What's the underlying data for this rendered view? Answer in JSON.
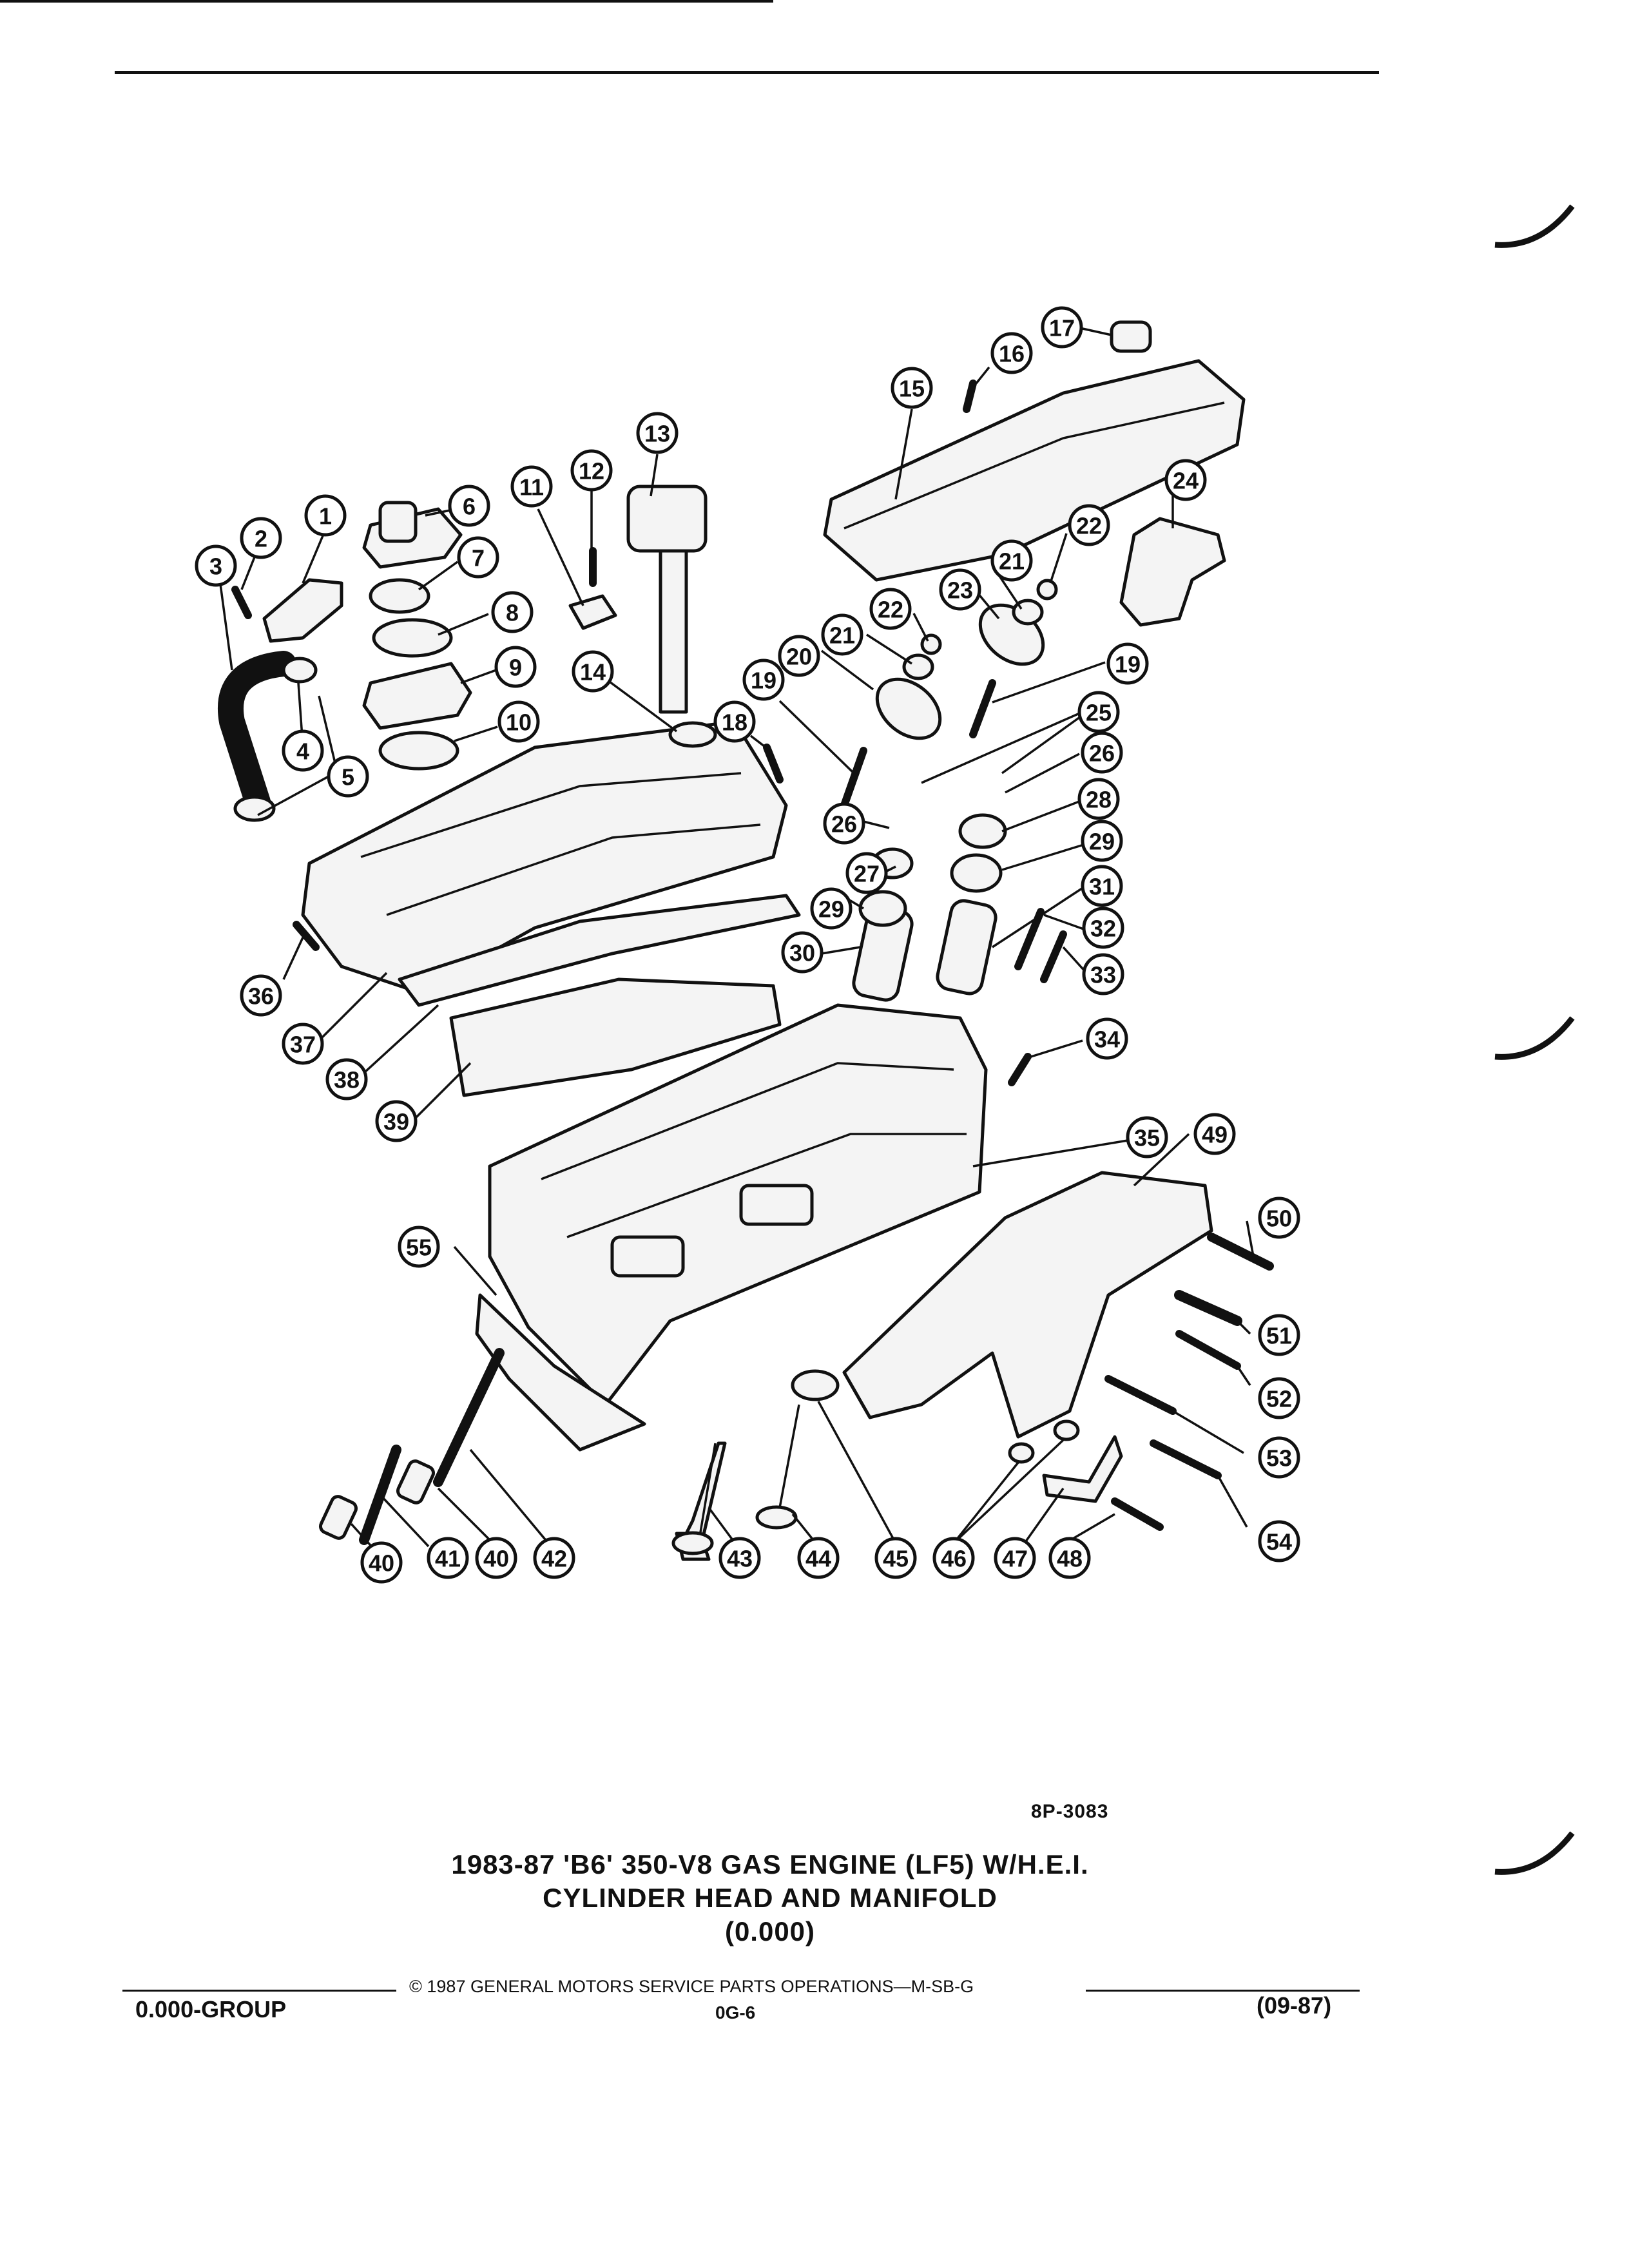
{
  "figure": {
    "ref_code": "8P-3083",
    "title_lines": [
      "1983-87 'B6' 350-V8 GAS ENGINE (LF5) W/H.E.I.",
      "CYLINDER HEAD AND MANIFOLD",
      "(0.000)"
    ]
  },
  "footer": {
    "copyright": "©  1987  GENERAL MOTORS SERVICE PARTS OPERATIONS—M-SB-G",
    "group": "0.000-GROUP",
    "page_code": "0G-6",
    "date": "(09-87)"
  },
  "callouts": [
    {
      "label": "1"
    },
    {
      "label": "2"
    },
    {
      "label": "3"
    },
    {
      "label": "4"
    },
    {
      "label": "5"
    },
    {
      "label": "6"
    },
    {
      "label": "7"
    },
    {
      "label": "8"
    },
    {
      "label": "9"
    },
    {
      "label": "10"
    },
    {
      "label": "11"
    },
    {
      "label": "12"
    },
    {
      "label": "13"
    },
    {
      "label": "14"
    },
    {
      "label": "15"
    },
    {
      "label": "16"
    },
    {
      "label": "17"
    },
    {
      "label": "18"
    },
    {
      "label": "19"
    },
    {
      "label": "19"
    },
    {
      "label": "20"
    },
    {
      "label": "21"
    },
    {
      "label": "21"
    },
    {
      "label": "22"
    },
    {
      "label": "22"
    },
    {
      "label": "23"
    },
    {
      "label": "24"
    },
    {
      "label": "25"
    },
    {
      "label": "26"
    },
    {
      "label": "26"
    },
    {
      "label": "27"
    },
    {
      "label": "28"
    },
    {
      "label": "29"
    },
    {
      "label": "29"
    },
    {
      "label": "30"
    },
    {
      "label": "31"
    },
    {
      "label": "32"
    },
    {
      "label": "33"
    },
    {
      "label": "34"
    },
    {
      "label": "35"
    },
    {
      "label": "36"
    },
    {
      "label": "37"
    },
    {
      "label": "38"
    },
    {
      "label": "39"
    },
    {
      "label": "40"
    },
    {
      "label": "40"
    },
    {
      "label": "41"
    },
    {
      "label": "42"
    },
    {
      "label": "43"
    },
    {
      "label": "44"
    },
    {
      "label": "45"
    },
    {
      "label": "46"
    },
    {
      "label": "47"
    },
    {
      "label": "48"
    },
    {
      "label": "49"
    },
    {
      "label": "50"
    },
    {
      "label": "51"
    },
    {
      "label": "52"
    },
    {
      "label": "53"
    },
    {
      "label": "54"
    },
    {
      "label": "55"
    }
  ]
}
